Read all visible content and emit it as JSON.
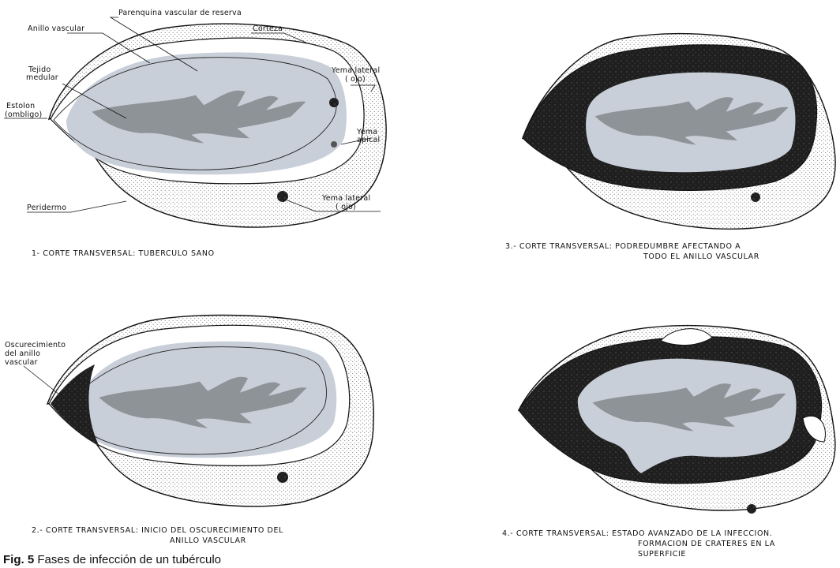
{
  "panels": [
    {
      "id": "p1",
      "caption_lines": [
        "1- CORTE TRANSVERSAL: TUBERCULO SANO"
      ],
      "labels": {
        "parenquima": "Parenquina vascular de reserva",
        "anillo": "Anillo vascular",
        "corteza": "Corteza",
        "tejido_1": "Tejido",
        "tejido_2": "medular",
        "yema_lat_sup_1": "Yema lateral",
        "yema_lat_sup_2": "( ojo)",
        "estolon_1": "Estolon",
        "estolon_2": "(ombligo)",
        "yema_apical_1": "Yema",
        "yema_apical_2": "apical",
        "yema_lat_inf_1": "Yema lateral",
        "yema_lat_inf_2": "( ojo)",
        "peridermo": "Peridermo"
      }
    },
    {
      "id": "p2",
      "caption_lines": [
        "2.- CORTE TRANSVERSAL:  INICIO DEL OSCURECIMIENTO DEL",
        "ANILLO VASCULAR"
      ],
      "labels": {
        "oscurecimiento_1": "Oscurecimiento",
        "oscurecimiento_2": "del anillo",
        "oscurecimiento_3": "vascular"
      }
    },
    {
      "id": "p3",
      "caption_lines": [
        "3.- CORTE TRANSVERSAL:  PODREDUMBRE AFECTANDO A",
        "TODO EL ANILLO VASCULAR"
      ]
    },
    {
      "id": "p4",
      "caption_lines": [
        "4.- CORTE TRANSVERSAL:  ESTADO AVANZADO DE LA INFECCION.",
        "FORMACION DE CRATERES EN LA",
        "SUPERFICIE"
      ]
    }
  ],
  "figure_caption": {
    "number": "Fig. 5",
    "text": "Fases de infección de un tubérculo"
  },
  "colors": {
    "pulp": "#c9cfd9",
    "medulla": "#8e9397",
    "rot": "#1f1f1f",
    "skin_dots": "#7a7a7a",
    "outline": "#111111"
  }
}
